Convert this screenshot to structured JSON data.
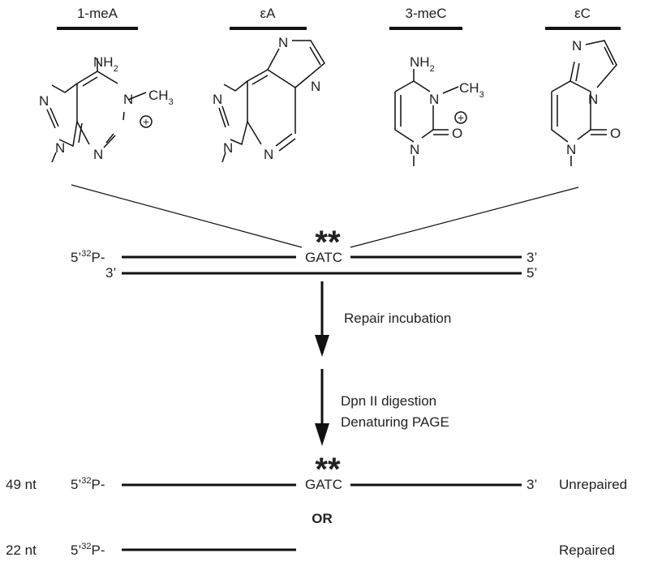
{
  "lesions": [
    {
      "name": "1-meA"
    },
    {
      "name": "εA"
    },
    {
      "name": "3-meC"
    },
    {
      "name": "εC"
    }
  ],
  "atoms": {
    "N": "N",
    "O": "O",
    "NH2_main": "NH",
    "NH2_sub": "2",
    "CH3_main": "CH",
    "CH3_sub": "3",
    "charge": "+"
  },
  "substrate": {
    "five_prime": "5’",
    "label32": "32",
    "phospho": "P-",
    "three_prime": "3’",
    "site": "GATC",
    "lesion_marks": "**",
    "bottom_left": "3’",
    "bottom_right": "5’"
  },
  "steps": {
    "repair": "Repair incubation",
    "digest": "Dpn II digestion",
    "gel": "Denaturing PAGE"
  },
  "products": [
    {
      "size": "49 nt",
      "five_prime": "5’",
      "label32": "32",
      "phospho": "P-",
      "site": "GATC",
      "marks": "**",
      "three_prime": "3’",
      "status": "Unrepaired"
    },
    {
      "size": "22 nt",
      "five_prime": "5’",
      "label32": "32",
      "phospho": "P-",
      "status": "Repaired"
    }
  ],
  "or_label": "OR"
}
